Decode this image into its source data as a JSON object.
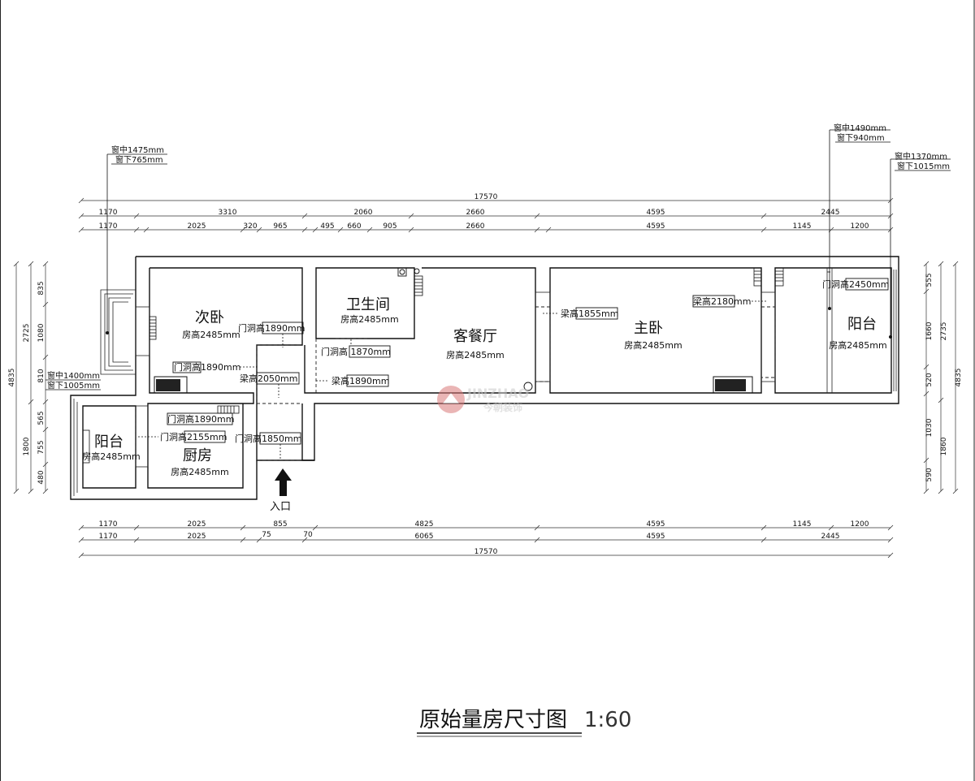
{
  "title": "原始量房尺寸图",
  "scale": "1:60",
  "entrance_label": "入口",
  "watermark": {
    "brand": "JINZHAO",
    "sub": "今朝装饰"
  },
  "rooms": {
    "second_bedroom": {
      "name": "次卧",
      "height": "房高2485mm"
    },
    "bathroom": {
      "name": "卫生间",
      "height": "房高2485mm"
    },
    "living_dining": {
      "name": "客餐厅",
      "height": "房高2485mm"
    },
    "master_bedroom": {
      "name": "主卧",
      "height": "房高2485mm"
    },
    "balcony_east": {
      "name": "阳台",
      "height": "房高2485mm"
    },
    "balcony_west": {
      "name": "阳台",
      "height": "房高2485mm"
    },
    "kitchen": {
      "name": "厨房",
      "height": "房高2485mm"
    }
  },
  "notes": {
    "door_2b": "门洞高1890mm",
    "door_2b_left": "门洞高1890mm",
    "beam_2050": "梁高2050mm",
    "door_bath": "门洞高 1870mm",
    "beam_1890": "梁高1890mm",
    "beam_1855": "梁高1855mm",
    "beam_2180": "梁高2180mm",
    "door_balcony_e": "门洞高2450mm",
    "door_kitchen": "门洞高1890mm",
    "door_kitchen2": "门洞高2155mm",
    "door_entry": "门洞高1850mm"
  },
  "windows": {
    "w1": {
      "mid": "窗中1475mm",
      "low": "窗下765mm"
    },
    "w2": {
      "mid": "窗中1400mm",
      "low": "窗下1005mm"
    },
    "w3": {
      "mid": "窗中1490mm",
      "low": "窗下940mm"
    },
    "w4": {
      "mid": "窗中1370mm",
      "low": "窗下1015mm"
    }
  },
  "dims_top": {
    "total": "17570",
    "row1": [
      "1170",
      "3310",
      "2060",
      "2660",
      "4595",
      "2445"
    ],
    "row2": [
      "1170",
      "2025",
      "320",
      "965",
      "495",
      "660",
      "905",
      "2660",
      "4595",
      "1145",
      "1200"
    ]
  },
  "dims_bottom": {
    "row1": [
      "1170",
      "2025",
      "855",
      "4825",
      "4595",
      "1145",
      "1200"
    ],
    "row2": [
      "1170",
      "2025",
      "75",
      "70",
      "6065",
      "4595",
      "2445"
    ],
    "total": "17570"
  },
  "dims_left": {
    "total": "4835",
    "row1": [
      "2725",
      "1800"
    ],
    "row2": [
      "835",
      "1080",
      "810",
      "565",
      "755",
      "480"
    ]
  },
  "dims_right": {
    "total": "4835",
    "row1": [
      "2735",
      "1860"
    ],
    "row2": [
      "555",
      "1660",
      "520",
      "1030",
      "590"
    ]
  }
}
